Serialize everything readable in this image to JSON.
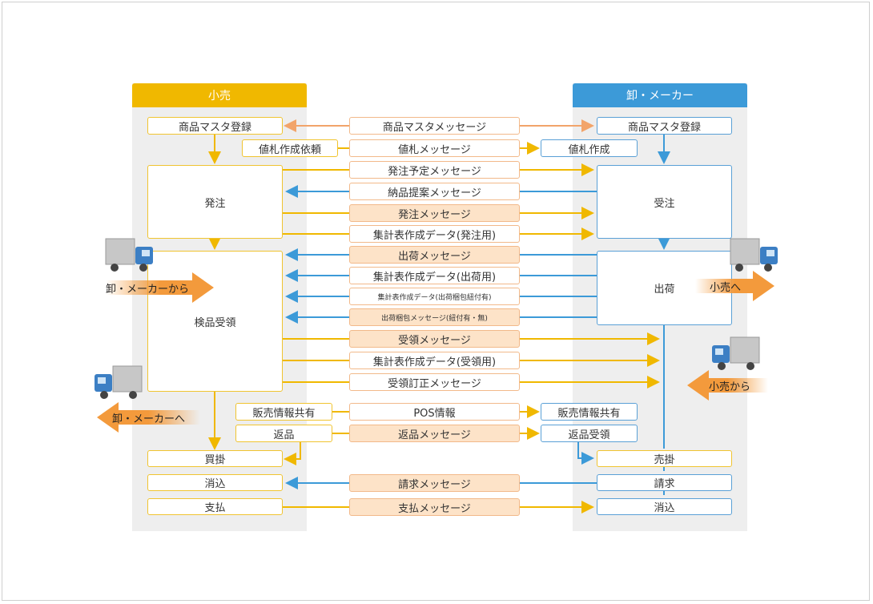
{
  "headers": {
    "left": "小売",
    "right": "卸・メーカー"
  },
  "left_boxes": {
    "master": "商品マスタ登録",
    "tag_request": "値札作成依頼",
    "order": "発注",
    "inspect": "検品受領",
    "sales_share": "販売情報共有",
    "return": "返品",
    "purchase": "買掛",
    "clear": "消込",
    "pay": "支払"
  },
  "right_boxes": {
    "master": "商品マスタ登録",
    "tag_make": "値札作成",
    "receive_order": "受注",
    "ship": "出荷",
    "sales_share": "販売情報共有",
    "return_receive": "返品受領",
    "receivable": "売掛",
    "invoice": "請求",
    "clear": "消込"
  },
  "messages": [
    "商品マスタメッセージ",
    "値札メッセージ",
    "発注予定メッセージ",
    "納品提案メッセージ",
    "発注メッセージ",
    "集計表作成データ(発注用)",
    "出荷メッセージ",
    "集計表作成データ(出荷用)",
    "集計表作成データ(出荷梱包紐付有)",
    "出荷梱包メッセージ(紐付有・無)",
    "受領メッセージ",
    "集計表作成データ(受領用)",
    "受領訂正メッセージ",
    "POS情報",
    "返品メッセージ",
    "請求メッセージ",
    "支払メッセージ"
  ],
  "arrows": {
    "from_maker_left": "卸・メーカーから",
    "to_maker_left": "卸・メーカーへ",
    "to_retail_right": "小売へ",
    "from_retail_right": "小売から"
  },
  "colors": {
    "retail": "#f0b800",
    "maker": "#3c9ad8",
    "message_border": "#f2b98a",
    "message_fill": "#fde3c8",
    "truck": "#3c7fc4",
    "big_arrow": "#f39a3c"
  }
}
